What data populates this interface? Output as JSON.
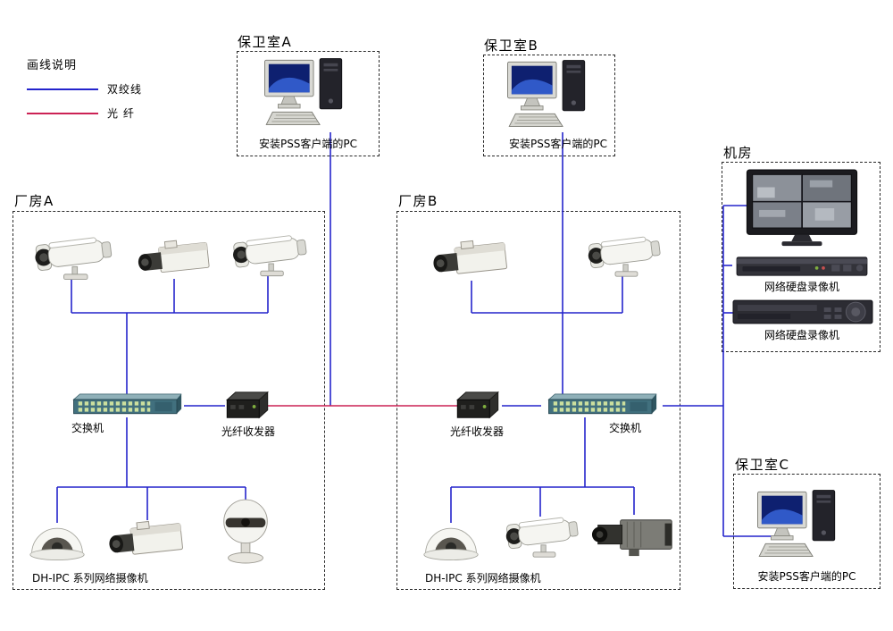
{
  "colors": {
    "twisted_pair_blue": "#2424cc",
    "fiber_red": "#cc2255"
  },
  "legend": {
    "title": "画线说明",
    "items": [
      {
        "label": "双绞线"
      },
      {
        "label": "光  纤"
      }
    ]
  },
  "zones": {
    "guard_a": {
      "title": "保卫室A",
      "pc_label": "安装PSS客户端的PC"
    },
    "guard_b": {
      "title": "保卫室B",
      "pc_label": "安装PSS客户端的PC"
    },
    "guard_c": {
      "title": "保卫室C",
      "pc_label": "安装PSS客户端的PC"
    },
    "machine_room": {
      "title": "机房",
      "nvr1_label": "网络硬盘录像机",
      "nvr2_label": "网络硬盘录像机"
    },
    "factory_a": {
      "title": "厂房A",
      "switch_label": "交换机",
      "transceiver_label": "光纤收发器",
      "cameras_label": "DH-IPC 系列网络摄像机"
    },
    "factory_b": {
      "title": "厂房B",
      "switch_label": "交换机",
      "transceiver_label": "光纤收发器",
      "cameras_label": "DH-IPC 系列网络摄像机"
    }
  }
}
